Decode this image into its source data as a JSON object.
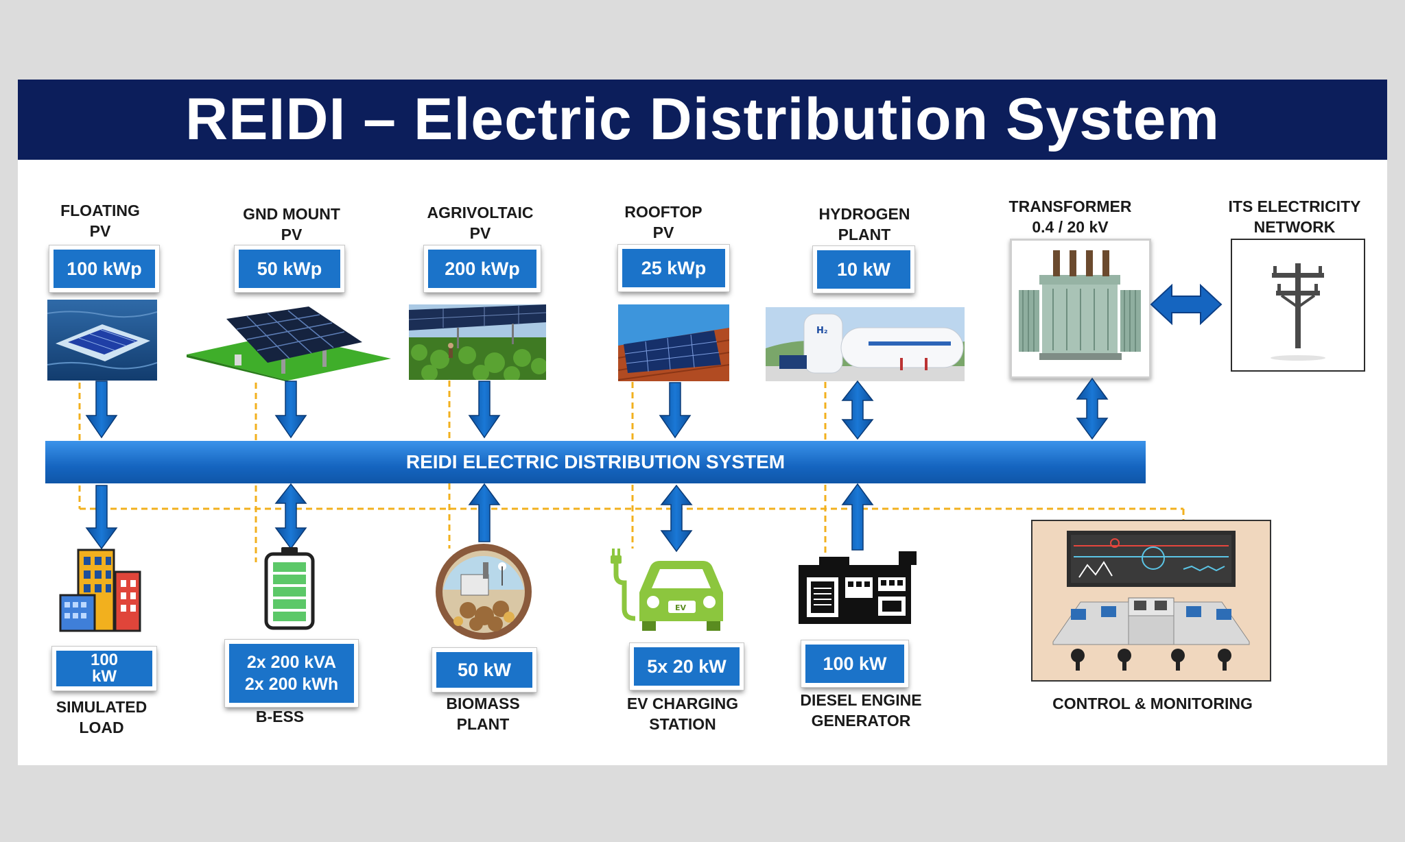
{
  "title": "REIDI – Electric Distribution System",
  "bus_label": "REIDI ELECTRIC DISTRIBUTION SYSTEM",
  "colors": {
    "title_bg": "#0c1e5b",
    "bus": "#1565c0",
    "value_box": "#1b73c9",
    "control_line": "#f2b01e"
  },
  "top": {
    "floating_pv": {
      "label": "FLOATING\nPV",
      "value": "100 kWp"
    },
    "gnd_mount_pv": {
      "label": "GND MOUNT\nPV",
      "value": "50 kWp"
    },
    "agrivoltaic_pv": {
      "label": "AGRIVOLTAIC\nPV",
      "value": "200 kWp"
    },
    "rooftop_pv": {
      "label": "ROOFTOP\nPV",
      "value": "25 kWp"
    },
    "hydrogen_plant": {
      "label": "HYDROGEN\nPLANT",
      "value": "10 kW"
    },
    "transformer": {
      "label": "TRANSFORMER\n0.4 / 20 kV"
    },
    "its_network": {
      "label": "ITS ELECTRICITY\nNETWORK"
    }
  },
  "bottom": {
    "simulated_load": {
      "label": "SIMULATED\nLOAD",
      "value": "100\nkW"
    },
    "bess": {
      "label": "B-ESS",
      "value": "2x 200 kVA\n2x 200 kWh"
    },
    "biomass": {
      "label": "BIOMASS\nPLANT",
      "value": "50 kW"
    },
    "ev_charging": {
      "label": "EV CHARGING\nSTATION",
      "value": "5x 20 kW",
      "car_badge": "EV"
    },
    "diesel": {
      "label": "DIESEL ENGINE\nGENERATOR",
      "value": "100 kW"
    },
    "control": {
      "label": "CONTROL & MONITORING"
    }
  },
  "hydrogen_tank_text": "H₂"
}
